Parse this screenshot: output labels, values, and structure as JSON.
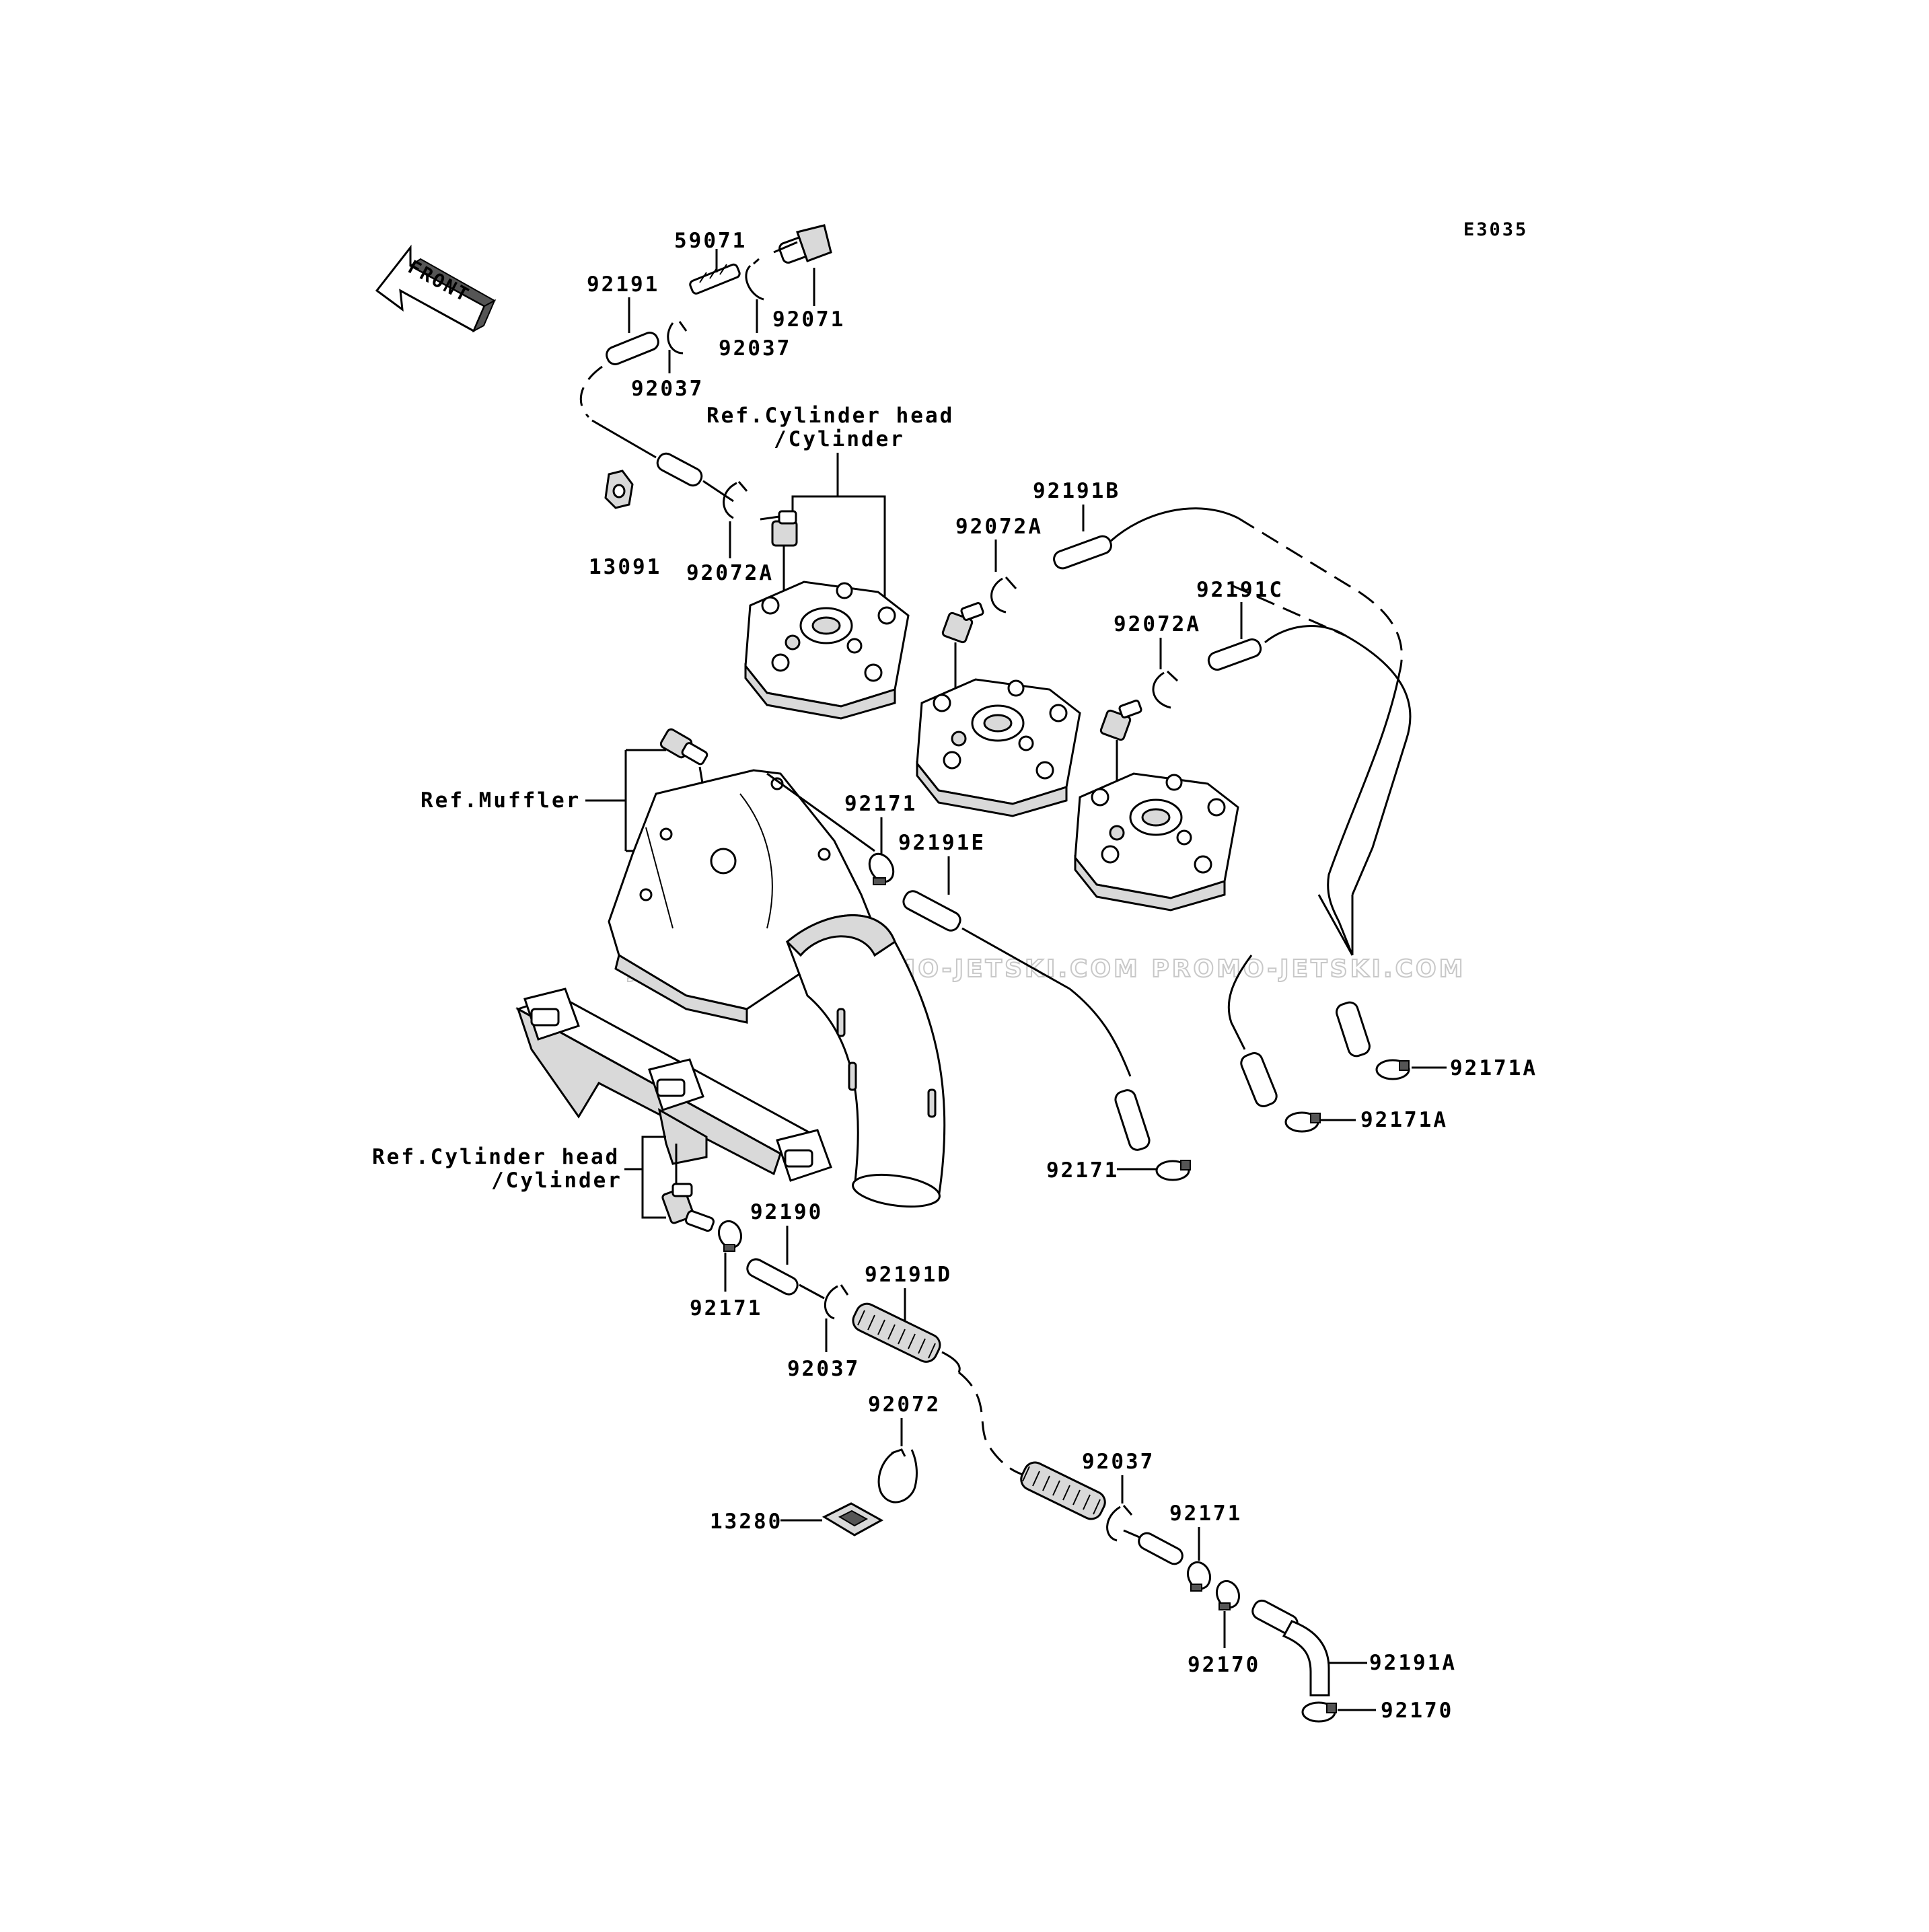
{
  "diagram_code": "E3035",
  "front_label": "FRONT",
  "watermark": "JETSKI.COM  PROMO-JETSKI.COM  PROMO-JETSKI.COM",
  "callouts": {
    "p59071": "59071",
    "p92191": "92191",
    "p92037_a": "92037",
    "p92037_b": "92037",
    "p92071": "92071",
    "ref_cyl_top_1": "Ref.Cylinder head",
    "ref_cyl_top_2": "/Cylinder",
    "p92191B": "92191B",
    "p92072A_a": "92072A",
    "p92072A_b": "92072A",
    "p92072A_c": "92072A",
    "p13091": "13091",
    "p92191C": "92191C",
    "ref_muffler": "Ref.Muffler",
    "p92171_a": "92171",
    "p92191E": "92191E",
    "p92171A_a": "92171A",
    "p92171A_b": "92171A",
    "ref_cyl_bot_1": "Ref.Cylinder head",
    "ref_cyl_bot_2": "/Cylinder",
    "p92171_b": "92171",
    "p92190": "92190",
    "p92191D": "92191D",
    "p92171_c": "92171",
    "p92037_c": "92037",
    "p92072": "92072",
    "p92037_d": "92037",
    "p92171_d": "92171",
    "p13280": "13280",
    "p92170_a": "92170",
    "p92191A": "92191A",
    "p92170_b": "92170"
  }
}
